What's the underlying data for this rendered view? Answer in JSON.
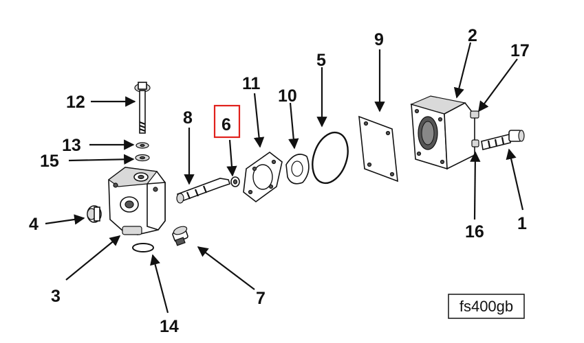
{
  "labels": {
    "l1": "1",
    "l2": "2",
    "l3": "3",
    "l4": "4",
    "l5": "5",
    "l6": "6",
    "l7": "7",
    "l8": "8",
    "l9": "9",
    "l10": "10",
    "l11": "11",
    "l12": "12",
    "l13": "13",
    "l14": "14",
    "l15": "15",
    "l16": "16",
    "l17": "17"
  },
  "highlight": {
    "label": "l6",
    "color": "#e0201b"
  },
  "reference_code": "fs400gb"
}
